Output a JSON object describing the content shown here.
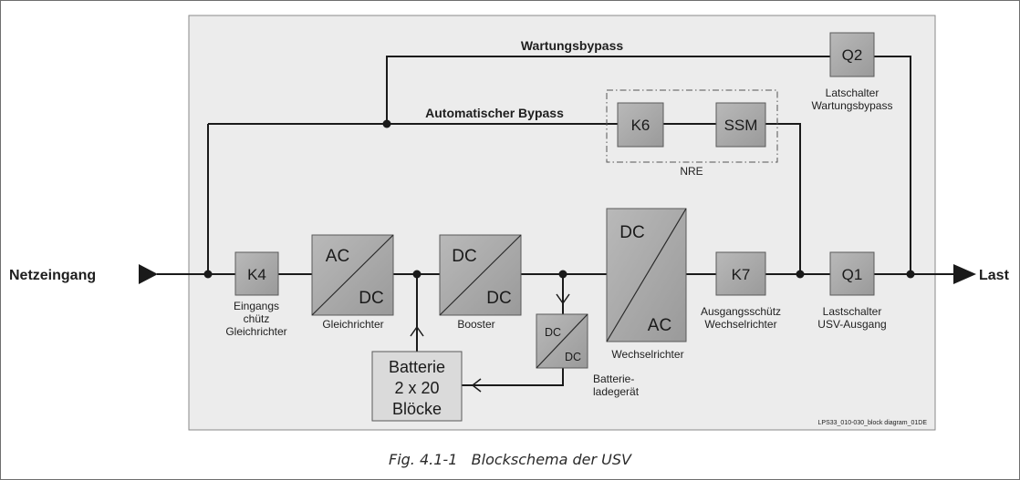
{
  "figure": {
    "caption_number": "Fig. 4.1-1",
    "caption_text": "Blockschema der USV",
    "reference_code": "LPS33_010-030_block diagram_01DE"
  },
  "terminals": {
    "input": "Netzeingang",
    "output": "Last"
  },
  "paths": {
    "maintenance_bypass": "Wartungsbypass",
    "automatic_bypass": "Automatischer Bypass",
    "nre_group": "NRE"
  },
  "components": {
    "k4": {
      "label": "K4",
      "caption": [
        "Eingangs",
        "chütz",
        "Gleichrichter"
      ]
    },
    "rectifier": {
      "top": "AC",
      "bottom": "DC",
      "caption": [
        "Gleichrichter"
      ]
    },
    "booster": {
      "top": "DC",
      "bottom": "DC",
      "caption": [
        "Booster"
      ]
    },
    "charger": {
      "top": "DC",
      "bottom": "DC",
      "caption": [
        "Batterie-",
        "ladegerät"
      ]
    },
    "inverter": {
      "top": "DC",
      "bottom": "AC",
      "caption": [
        "Wechselrichter"
      ]
    },
    "k7": {
      "label": "K7",
      "caption": [
        "Ausgangsschütz",
        "Wechselrichter"
      ]
    },
    "q1": {
      "label": "Q1",
      "caption": [
        "Lastschalter",
        "USV-Ausgang"
      ]
    },
    "q2": {
      "label": "Q2",
      "caption": [
        "Latschalter",
        "Wartungsbypass"
      ]
    },
    "k6": {
      "label": "K6"
    },
    "ssm": {
      "label": "SSM"
    },
    "battery": {
      "lines": [
        "Batterie",
        "2 x 20",
        "Blöcke"
      ]
    }
  },
  "colors": {
    "panel": "#ececec",
    "box": "#a5a5a5",
    "battery_box": "#dadada",
    "line": "#1a1a1a"
  }
}
